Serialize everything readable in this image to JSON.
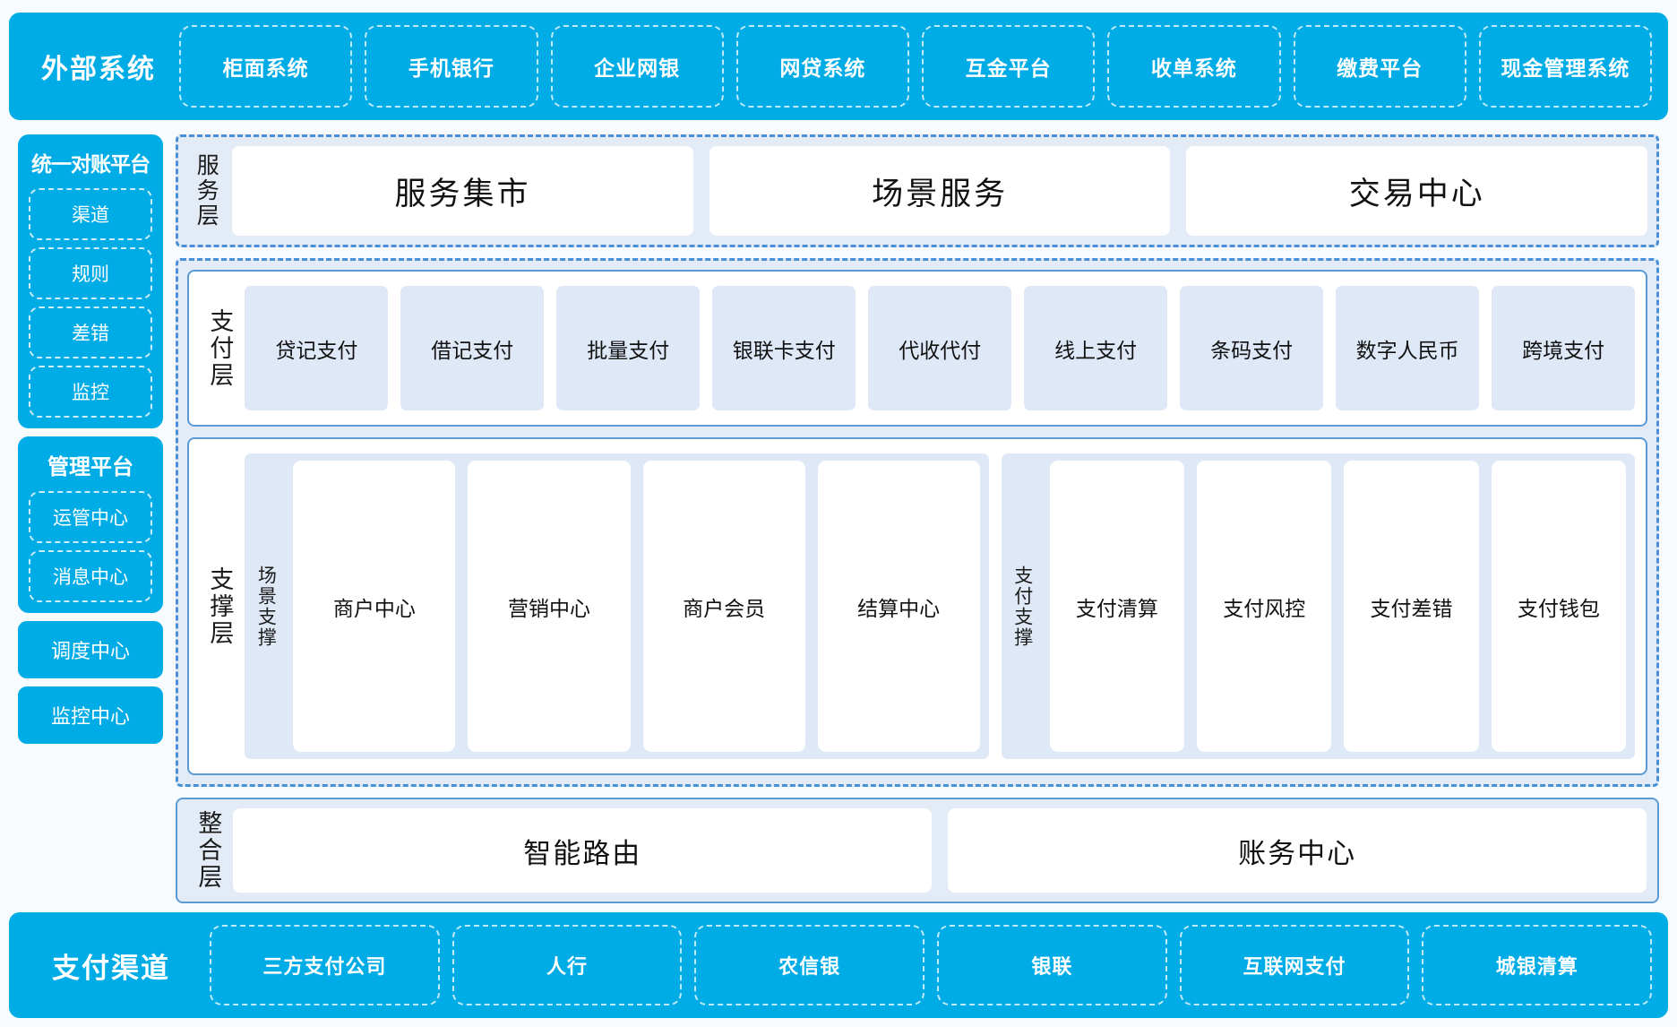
{
  "colors": {
    "cyan": "#00ace6",
    "panel_blue": "#e3ebf7",
    "card_blue": "#dfe8f6",
    "border_blue": "#5b9bd5",
    "dash_blue": "#4a90d9",
    "page_bg": "#f7fbfd"
  },
  "external_systems": {
    "title": "外部系统",
    "items": [
      "柜面系统",
      "手机银行",
      "企业网银",
      "网贷系统",
      "互金平台",
      "收单系统",
      "缴费平台",
      "现金管理系统"
    ]
  },
  "sidebar": {
    "groups": [
      {
        "title": "统一对账平台",
        "items": [
          "渠道",
          "规则",
          "差错",
          "监控"
        ]
      },
      {
        "title": "管理平台",
        "items": [
          "运管中心",
          "消息中心"
        ]
      }
    ],
    "standalone": [
      "调度中心",
      "监控中心"
    ]
  },
  "service_layer": {
    "label": "服务层",
    "items": [
      "服务集市",
      "场景服务",
      "交易中心"
    ]
  },
  "payment_layer": {
    "label": "支付层",
    "items": [
      "贷记支付",
      "借记支付",
      "批量支付",
      "银联卡支付",
      "代收代付",
      "线上支付",
      "条码支付",
      "数字人民币",
      "跨境支付"
    ]
  },
  "support_layer": {
    "label": "支撑层",
    "groups": [
      {
        "label": "场景支撑",
        "items": [
          "商户中心",
          "营销中心",
          "商户会员",
          "结算中心"
        ]
      },
      {
        "label": "支付支撑",
        "items": [
          "支付清算",
          "支付风控",
          "支付差错",
          "支付钱包"
        ]
      }
    ]
  },
  "integration_layer": {
    "label": "整合层",
    "items": [
      "智能路由",
      "账务中心"
    ]
  },
  "payment_channels": {
    "title": "支付渠道",
    "items": [
      "三方支付公司",
      "人行",
      "农信银",
      "银联",
      "互联网支付",
      "城银清算"
    ]
  }
}
